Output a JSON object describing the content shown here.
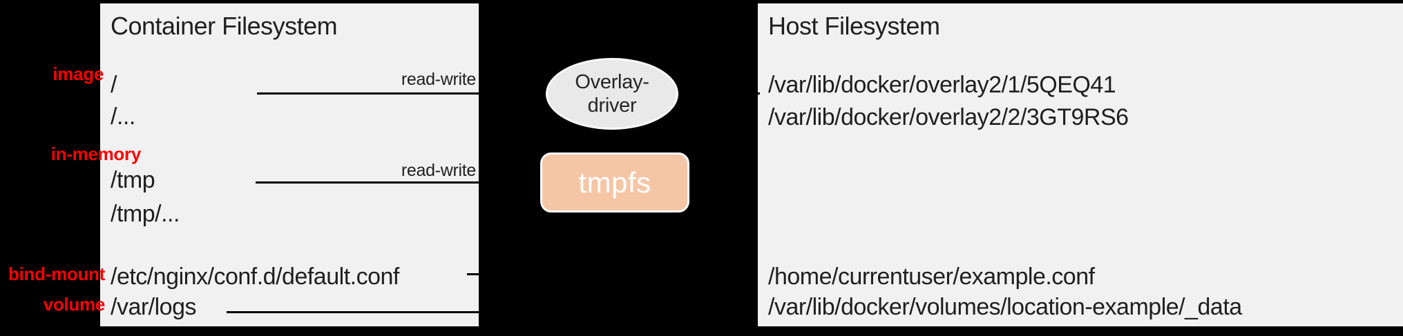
{
  "container_panel": {
    "title": "Container Filesystem",
    "read_write_top": "read-write",
    "read_write_mid": "read-write",
    "rows": {
      "root": "/",
      "root_more": "/...",
      "tmp": "/tmp",
      "tmp_more": "/tmp/...",
      "bind": "/etc/nginx/conf.d/default.conf",
      "volume": "/var/logs"
    }
  },
  "host_panel": {
    "title": "Host Filesystem",
    "rows": {
      "overlay_layer_1": "/var/lib/docker/overlay2/1/5QEQ41",
      "overlay_layer_2": "/var/lib/docker/overlay2/2/3GT9RS6",
      "bind": "/home/currentuser/example.conf",
      "volume": "/var/lib/docker/volumes/location-example/_data"
    }
  },
  "mount_labels": {
    "image": "image",
    "in_memory": "in-memory",
    "bind_mount": "bind-mount",
    "volume": "volume"
  },
  "drivers": {
    "overlay_line1": "Overlay-",
    "overlay_line2": "driver",
    "tmpfs": "tmpfs"
  },
  "colors": {
    "background": "#000000",
    "panel_bg": "#f1f1f1",
    "text": "#1f1f1f",
    "mount_label_red": "#ff0000",
    "overlay_ellipse_fill": "#e9e9e9",
    "overlay_ellipse_border": "#f8f8f8",
    "tmpfs_fill": "#f5c6a6",
    "tmpfs_border": "#fcfcfc",
    "tmpfs_text": "#ffffff",
    "connector_line": "#000000"
  }
}
